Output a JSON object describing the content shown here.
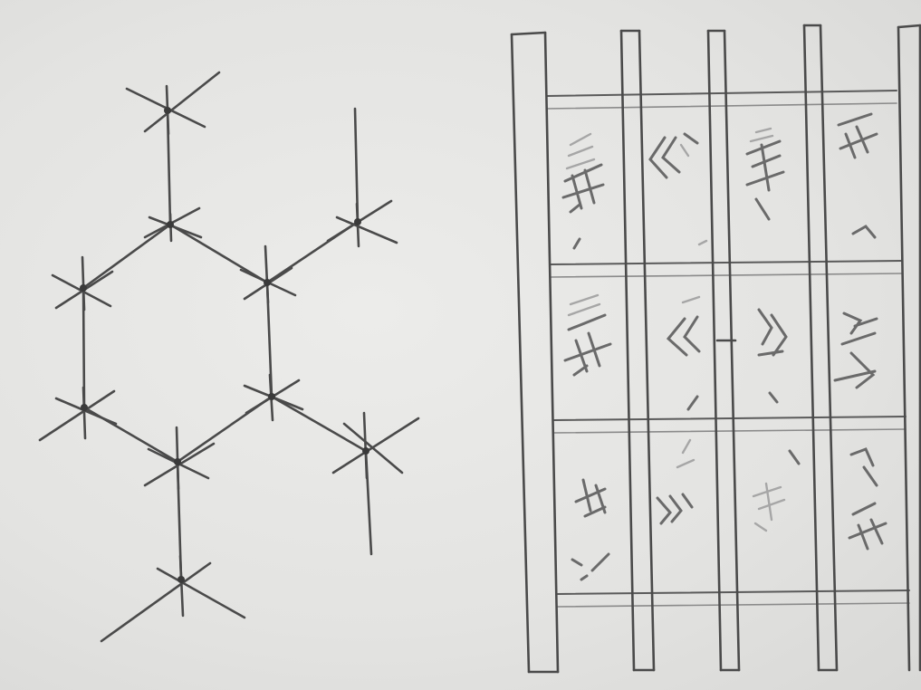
{
  "figure": {
    "left_panel": {
      "kind": "hexagonal-lattice-sketch",
      "node_count": 10
    },
    "right_panel": {
      "kind": "vertical-frame-panel-sketch",
      "columns": 4,
      "rows": 3,
      "upright_count": 5
    },
    "colors": {
      "paper": "#e4e4e2",
      "ink": "#4a4a4a"
    }
  }
}
